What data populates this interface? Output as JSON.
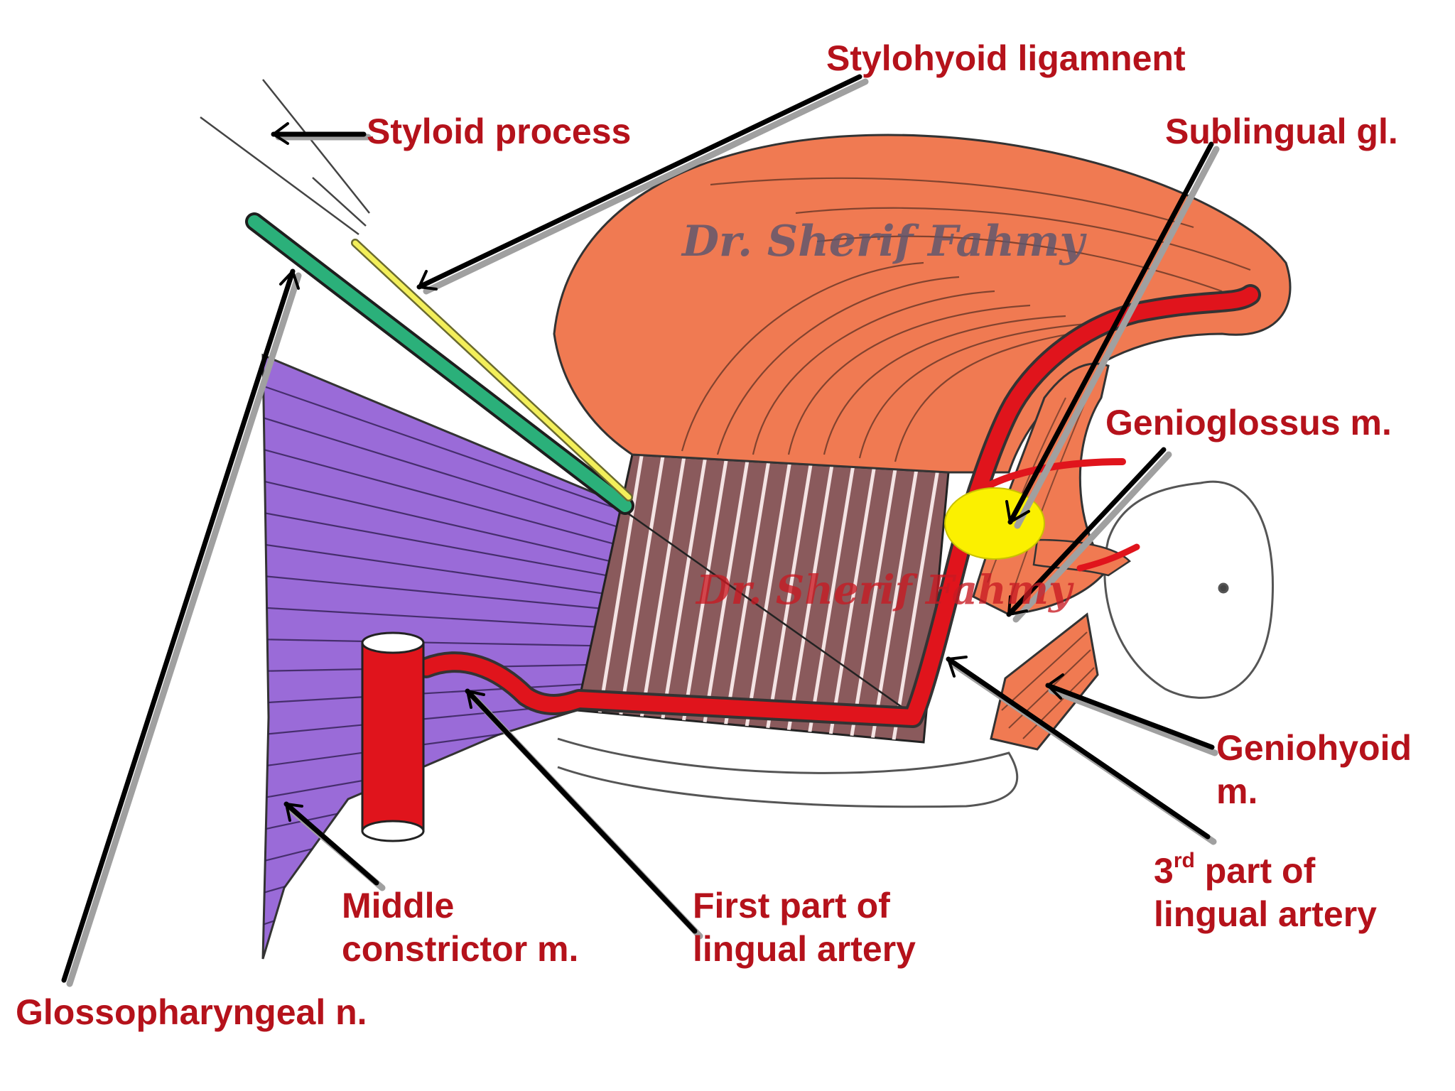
{
  "labels": {
    "styloid_process": "Styloid process",
    "stylohyoid_ligament": "Stylohyoid ligamnent",
    "sublingual_gland": "Sublingual gl.",
    "genioglossus": "Genioglossus m.",
    "geniohyoid_line1": "Geniohyoid",
    "geniohyoid_line2": "m.",
    "third_part_number": "3",
    "third_part_suffix": "rd",
    "third_part_line1_rest": " part of",
    "third_part_line2": "lingual artery",
    "first_part_line1": "First part of",
    "first_part_line2": "lingual artery",
    "middle_constrictor_line1": "Middle",
    "middle_constrictor_line2": "constrictor m.",
    "glossopharyngeal": "Glossopharyngeal n."
  },
  "watermarks": {
    "upper": "Dr. Sherif Fahmy",
    "lower": "Dr. Sherif Fahmy"
  },
  "colors": {
    "label_text": "#b5121b",
    "tongue_muscle": "#f07a52",
    "hyoglossus": "#8a5a5c",
    "middle_constrictor": "#9a6bd8",
    "lingual_artery": "#e0141c",
    "glossopharyngeal_nerve": "#2bb07a",
    "stylohyoid_ligament": "#f3ef5a",
    "sublingual_gland": "#fbf000",
    "pointer_line": "#000000"
  }
}
